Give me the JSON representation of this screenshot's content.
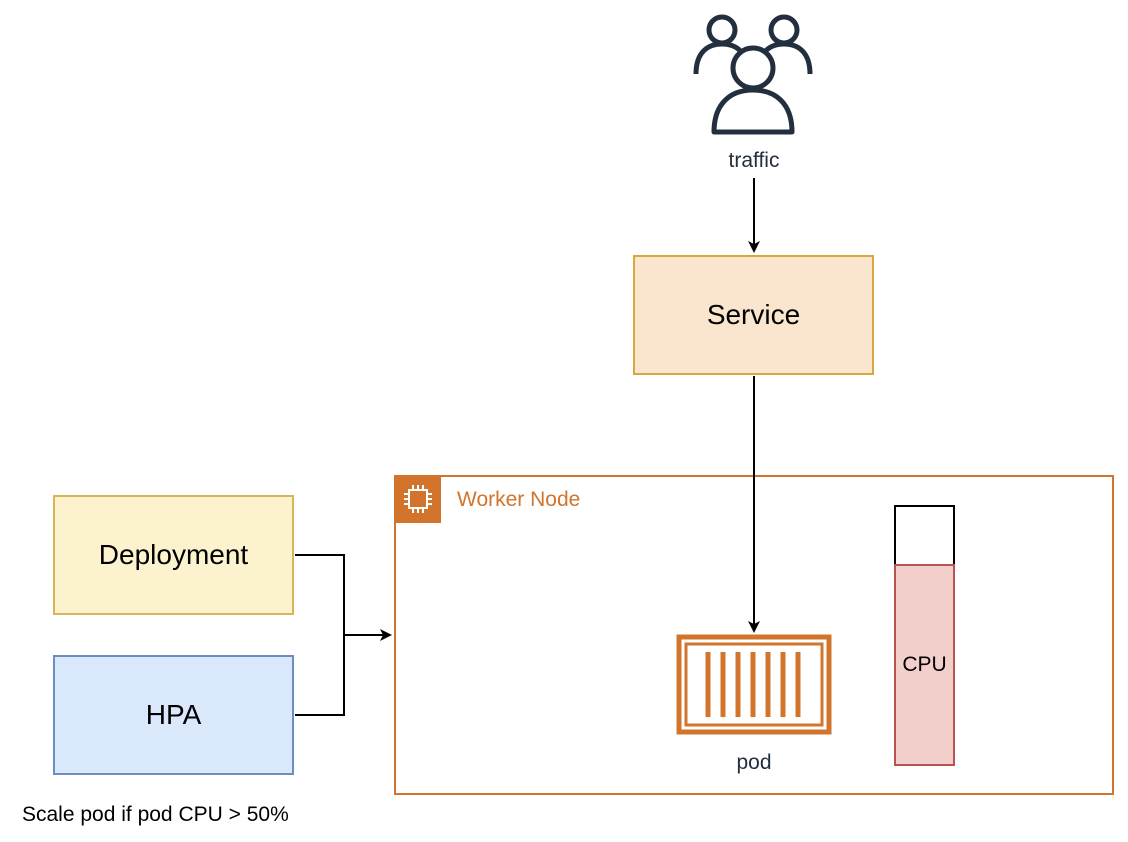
{
  "diagram": {
    "users": {
      "label": "traffic",
      "icon": "users-group-icon"
    },
    "service": {
      "label": "Service"
    },
    "deployment": {
      "label": "Deployment"
    },
    "hpa": {
      "label": "HPA"
    },
    "worker_node": {
      "label": "Worker Node",
      "icon": "ec2-chip-icon"
    },
    "pod": {
      "label": "pod",
      "icon": "container-icon"
    },
    "cpu": {
      "label": "CPU",
      "fill_fraction": 0.77
    },
    "caption": "Scale pod if pod CPU > 50%",
    "colors": {
      "aws_orange": "#D2742C",
      "aws_dark": "#232F3E",
      "service_fill": "#FAE6CF",
      "service_stroke": "#D8A93A",
      "deployment_fill": "#FCF3CE",
      "deployment_stroke": "#D6B656",
      "hpa_fill": "#DAE8FC",
      "hpa_stroke": "#6C8EBF",
      "cpu_fill": "#F3CFCC",
      "cpu_stroke": "#B85450"
    }
  }
}
